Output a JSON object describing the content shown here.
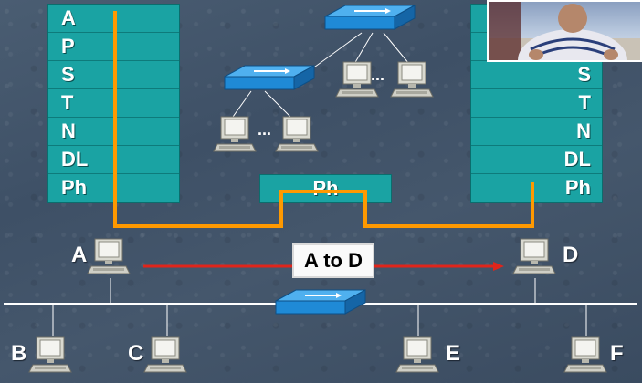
{
  "left_stack": {
    "layers": [
      "A",
      "P",
      "S",
      "T",
      "N",
      "DL",
      "Ph"
    ]
  },
  "right_stack": {
    "layers": [
      "",
      "",
      "S",
      "T",
      "N",
      "DL",
      "Ph"
    ]
  },
  "middle_layer_label": "Ph",
  "hosts": {
    "a": "A",
    "b": "B",
    "c": "C",
    "d": "D",
    "e": "E",
    "f": "F"
  },
  "path_label": "A to D",
  "ellipsis": "...",
  "colors": {
    "stack_fill": "#1aa3a3",
    "data_path": "#ff9900",
    "arrow": "#e0251b",
    "switch": "#1f8ad6",
    "bus": "#ffffff"
  }
}
